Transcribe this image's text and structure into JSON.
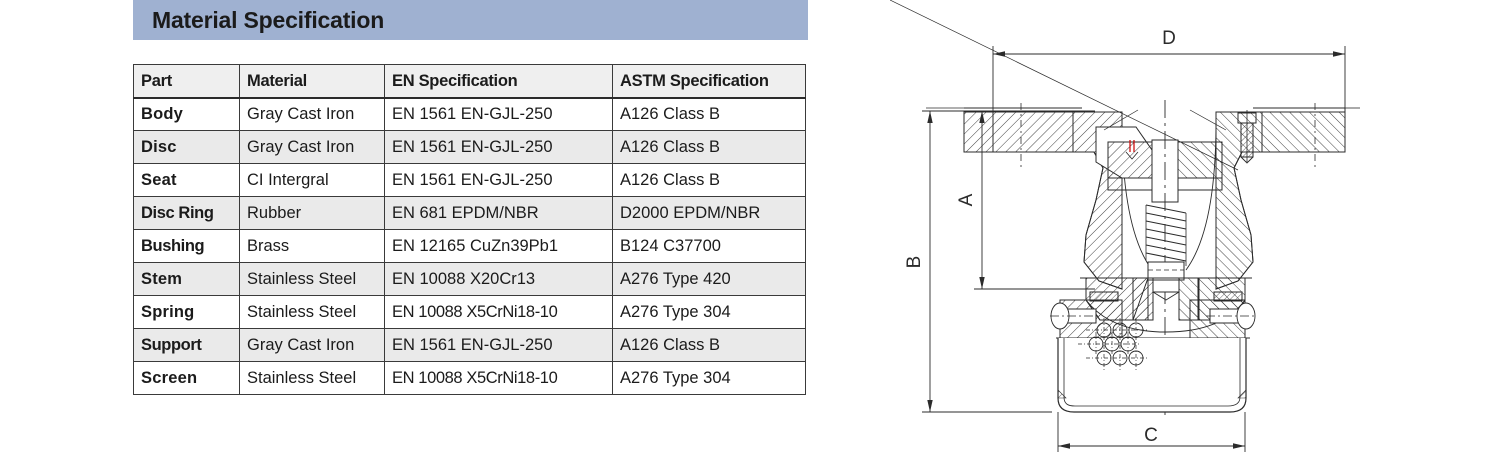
{
  "spec": {
    "title": "Material Specification",
    "accent_color": "#9fb1d1",
    "header_bg": "#efefef",
    "stripe_bg": "#eaeaea",
    "columns": [
      "Part",
      "Material",
      "EN Specification",
      "ASTM Specification"
    ],
    "rows": [
      {
        "part": "Body",
        "material": "Gray Cast Iron",
        "en": "EN 1561 EN-GJL-250",
        "astm": "A126 Class B"
      },
      {
        "part": "Disc",
        "material": "Gray Cast Iron",
        "en": "EN 1561 EN-GJL-250",
        "astm": "A126 Class B"
      },
      {
        "part": "Seat",
        "material": "CI Intergral",
        "en": "EN 1561 EN-GJL-250",
        "astm": "A126 Class B"
      },
      {
        "part": "Disc Ring",
        "material": "Rubber",
        "en": "EN  681 EPDM/NBR",
        "astm": "D2000  EPDM/NBR"
      },
      {
        "part": "Bushing",
        "material": "Brass",
        "en": "EN 12165 CuZn39Pb1",
        "astm": "B124 C37700"
      },
      {
        "part": "Stem",
        "material": "Stainless Steel",
        "en": "EN 10088 X20Cr13",
        "astm": "A276 Type 420"
      },
      {
        "part": "Spring",
        "material": "Stainless Steel",
        "en": "EN 10088 X5CrNi18-10",
        "astm": "A276 Type 304"
      },
      {
        "part": "Support",
        "material": "Gray Cast Iron",
        "en": "EN 1561 EN-GJL-250",
        "astm": "A126 Class B"
      },
      {
        "part": "Screen",
        "material": "Stainless Steel",
        "en": "EN 10088 X5CrNi18-10",
        "astm": "A276 Type 304"
      }
    ]
  },
  "drawing": {
    "name": "foot-valve-cross-section",
    "line_color": "#2b2b2b",
    "accent_color": "#cc0000",
    "dimensions": {
      "D": "D",
      "A": "A",
      "B": "B",
      "C": "C"
    }
  }
}
